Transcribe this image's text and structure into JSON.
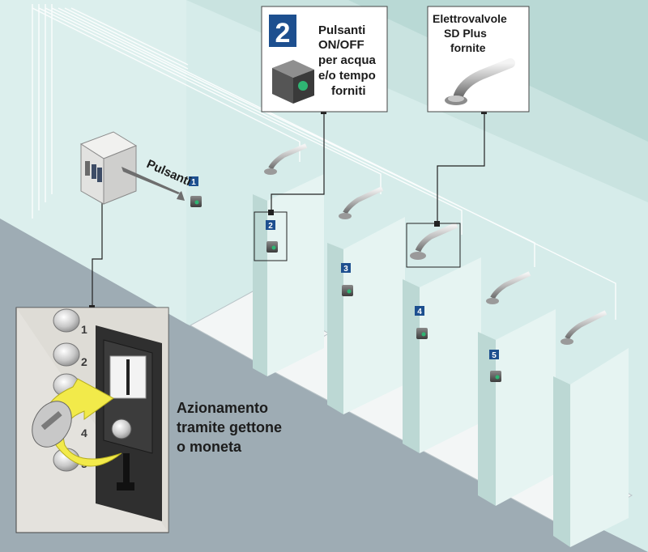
{
  "callouts": {
    "pulsanti_box": {
      "badge": "2",
      "lines": [
        "Pulsanti",
        "ON/OFF",
        "per acqua",
        "e/o tempo",
        "forniti"
      ]
    },
    "valvole_box": {
      "lines": [
        "Elettrovalvole",
        "SD Plus",
        "fornite"
      ]
    },
    "pulsanti_arrow_label": "Pulsanti",
    "coin_label": [
      "Azionamento",
      "tramite gettone",
      "o moneta"
    ]
  },
  "shower_badges": [
    "1",
    "2",
    "3",
    "4",
    "5"
  ],
  "coin_slot_numbers": [
    "1",
    "2",
    "4",
    "5"
  ],
  "colors": {
    "badge_blue": "#1d4f8f",
    "wall": "#d6ecea",
    "partition": "#e4f3f1",
    "floor_dark": "#9eacb4",
    "arrow_yellow": "#f2ea4a",
    "button_green": "#2fb573"
  },
  "icons": [
    "control-box-icon",
    "push-button-icon",
    "shower-valve-icon",
    "coin-mechanism-icon",
    "rotate-arrow-icon"
  ]
}
